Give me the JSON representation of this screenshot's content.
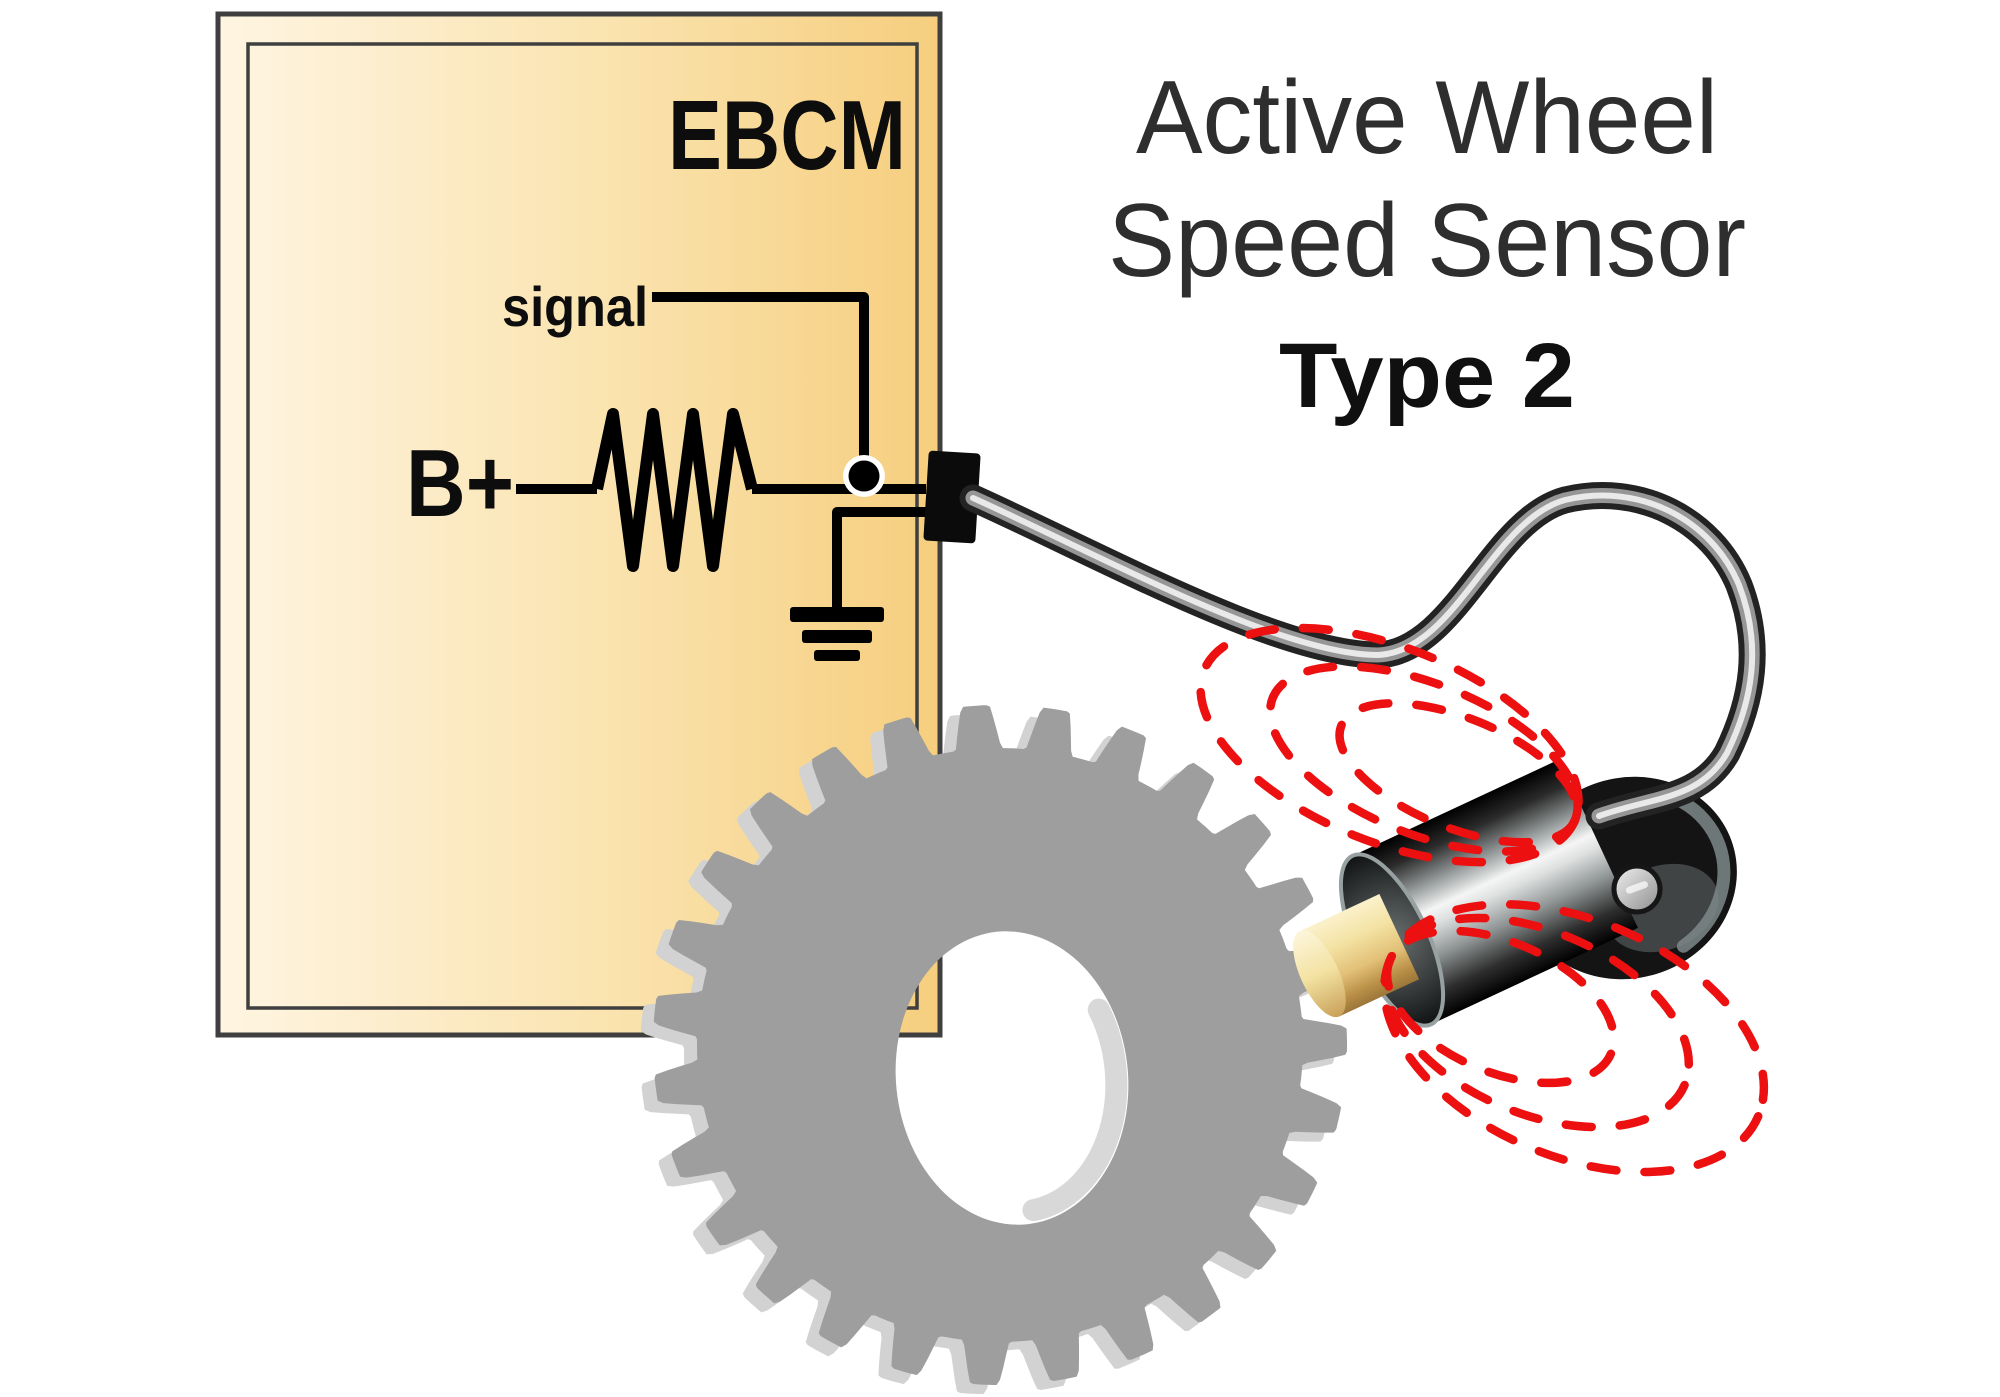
{
  "title": {
    "line1": "Active Wheel",
    "line2": "Speed Sensor",
    "line3": "Type 2"
  },
  "ebcm": {
    "label": "EBCM",
    "signal_label": "signal",
    "power_label": "B+"
  },
  "colors": {
    "box_fill_left": "#FEF5E2",
    "box_fill_mid": "#FAE3AE",
    "box_fill_right": "#F6CE7E",
    "box_border": "#3F3F3F",
    "wire_black": "#000000",
    "field_red": "#EC1010",
    "gear_gray": "#9E9E9E",
    "gear_highlight": "#D2D2D2",
    "sensor_tip_tan": "#F4E3A4",
    "title_text": "#2E2E2E",
    "label_text": "#0D0D0D"
  }
}
